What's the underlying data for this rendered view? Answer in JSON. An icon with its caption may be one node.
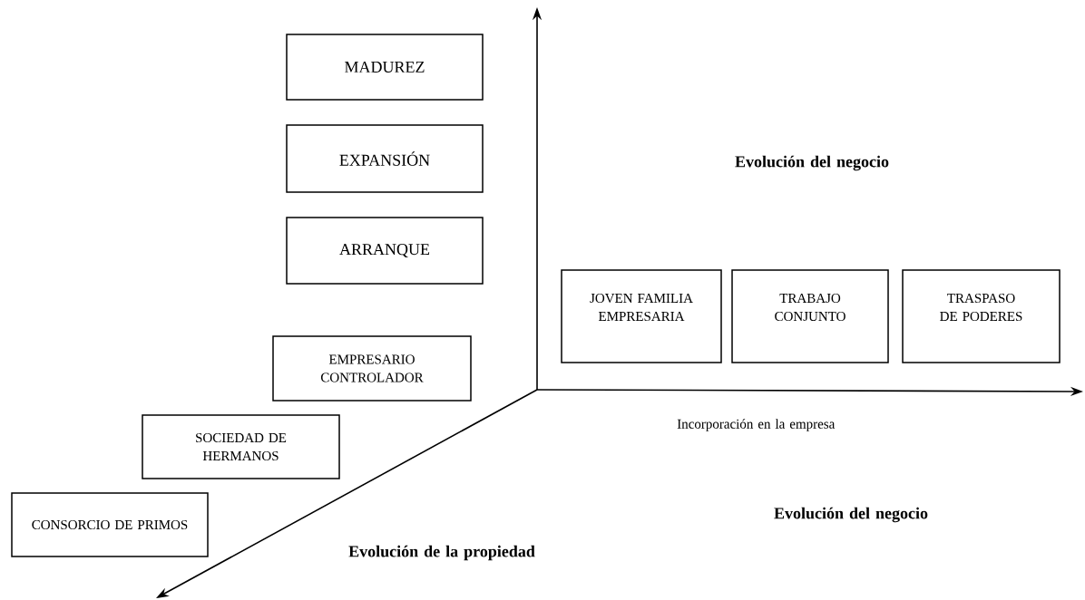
{
  "diagram": {
    "nodes": [
      {
        "text": [
          "MADUREZ"
        ]
      },
      {
        "text": [
          "EXPANSIÓN"
        ]
      },
      {
        "text": [
          "ARRANQUE"
        ]
      },
      {
        "text": [
          "EMPRESARIO CONTROLADOR"
        ]
      },
      {
        "text": [
          "SOCIEDAD DE HERMANOS"
        ]
      },
      {
        "text": [
          "CONSORCIO DE PRIMOS"
        ]
      },
      {
        "text": [
          "JOVEN FAMILIA EMPRESARIA"
        ]
      },
      {
        "text": [
          "TRABAJO CONJUNTO"
        ]
      },
      {
        "text": [
          "TRASPASO DE PODERES"
        ]
      }
    ],
    "labels": [
      "Evolución del negocio",
      "Incorporación en la empresa",
      "Evolución del negocio",
      "Evolución de la propiedad"
    ]
  }
}
